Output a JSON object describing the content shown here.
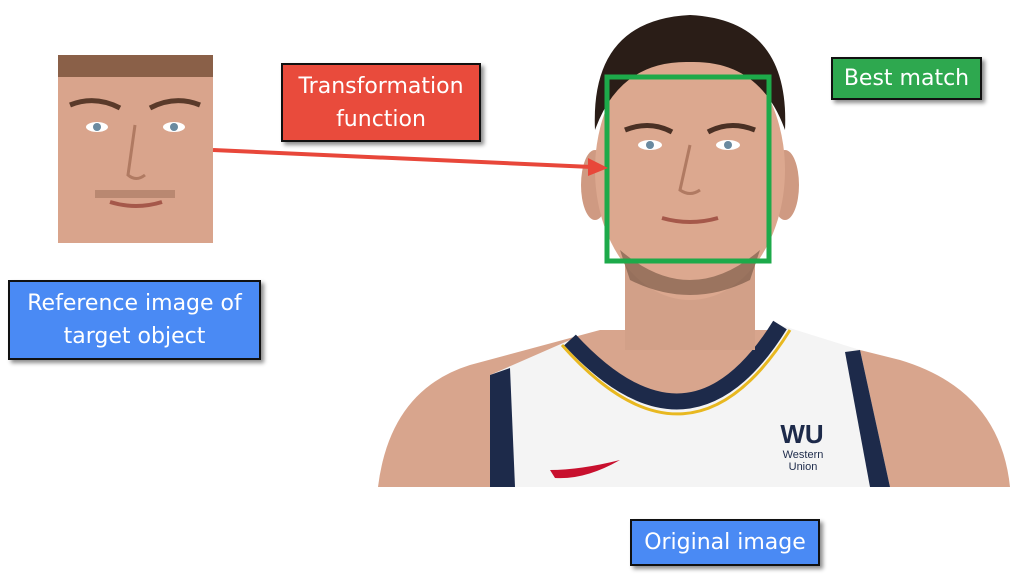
{
  "labels": {
    "reference": "Reference image of target object",
    "transformation": "Transformation function",
    "best_match": "Best match",
    "original": "Original image"
  },
  "jersey_logo": {
    "line1": "WU",
    "line2": "Western",
    "line3": "Union"
  },
  "colors": {
    "blue": "#4A8AF4",
    "red": "#E94B3C",
    "green": "#2EA84F",
    "match_box": "#1DAA4A",
    "arrow": "#E8473A"
  }
}
